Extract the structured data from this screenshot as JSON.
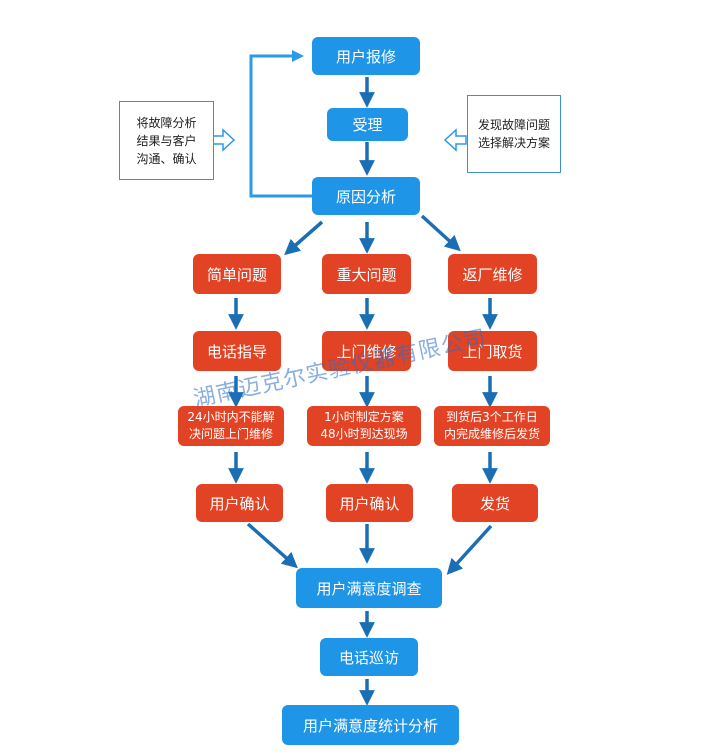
{
  "nodes": {
    "user_report": "用户报修",
    "accept": "受理",
    "cause_analysis": "原因分析",
    "simple_issue": "简单问题",
    "major_issue": "重大问题",
    "return_factory": "返厂维修",
    "phone_guidance": "电话指导",
    "onsite_repair": "上门维修",
    "onsite_pickup": "上门取货",
    "simple_detail": "24小时内不能解\n决问题上门维修",
    "major_detail": "1小时制定方案\n48小时到达现场",
    "return_detail": "到货后3个工作日\n内完成维修后发货",
    "user_confirm_1": "用户确认",
    "user_confirm_2": "用户确认",
    "ship": "发货",
    "satisfaction_survey": "用户满意度调查",
    "phone_followup": "电话巡访",
    "satisfaction_stats": "用户满意度统计分析"
  },
  "notes": {
    "left": "将故障分析\n结果与客户\n沟通、确认",
    "right": "发现故障问题\n选择解决方案"
  },
  "watermark": "湖南迈克尔实验仪器有限公司",
  "colors": {
    "blue": "#1e95e6",
    "red": "#e24324",
    "arrow": "#1a6fb4",
    "light_arrow": "#2d9ae8"
  }
}
